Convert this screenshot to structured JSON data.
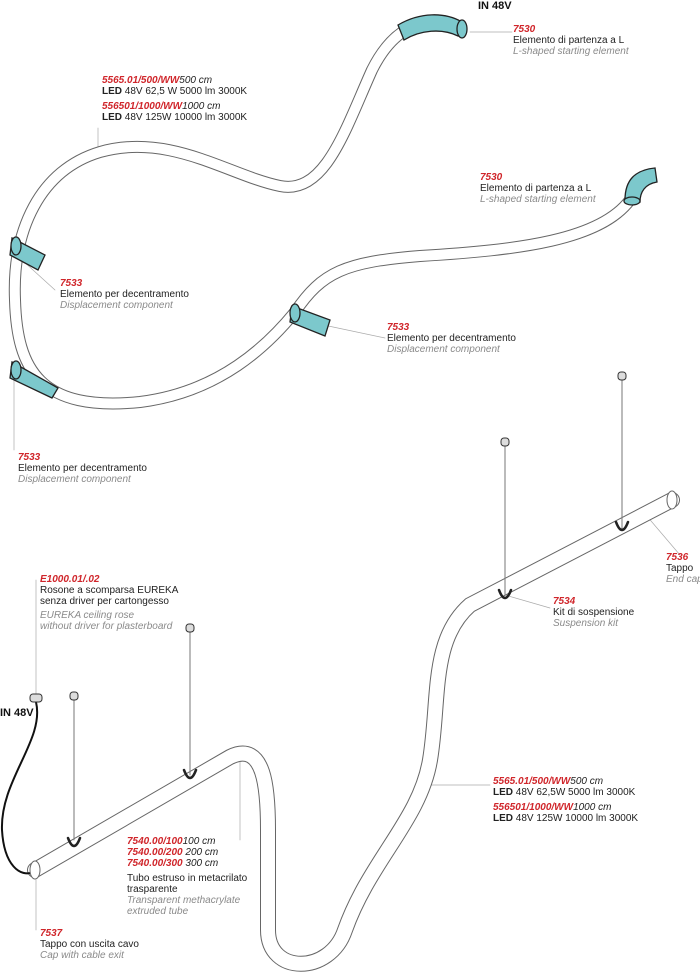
{
  "colors": {
    "accent": "#d0262b",
    "teal": "#7cc8cc",
    "tube": "#555555"
  },
  "inputs": {
    "top": "IN 48V",
    "bottom": "IN 48V"
  },
  "labels": {
    "l7530a": {
      "code": "7530",
      "it": "Elemento di partenza a L",
      "en": "L-shaped starting element"
    },
    "l7530b": {
      "code": "7530",
      "it": "Elemento di partenza a L",
      "en": "L-shaped starting element"
    },
    "l7533a": {
      "code": "7533",
      "it": "Elemento per decentramento",
      "en": "Displacement component"
    },
    "l7533b": {
      "code": "7533",
      "it": "Elemento per decentramento",
      "en": "Displacement component"
    },
    "l7533c": {
      "code": "7533",
      "it": "Elemento per decentramento",
      "en": "Displacement component"
    },
    "l7536": {
      "code": "7536",
      "it": "Tappo",
      "en": "End cap"
    },
    "l7534": {
      "code": "7534",
      "it": "Kit di sospensione",
      "en": "Suspension kit"
    },
    "lE1000": {
      "code": "E1000.01/.02",
      "it1": "Rosone a scomparsa EUREKA",
      "it2": "senza driver per cartongesso",
      "en1": "EUREKA ceiling rose",
      "en2": "without driver for plasterboard"
    },
    "l7537": {
      "code": "7537",
      "it": "Tappo con uscita cavo",
      "en": "Cap with cable exit"
    },
    "l7540": {
      "codes": [
        {
          "code": "7540.00/100",
          "len": "100 cm"
        },
        {
          "code": "7540.00/200",
          "len": "200 cm"
        },
        {
          "code": "7540.00/300",
          "len": "300 cm"
        }
      ],
      "it1": "Tubo estruso in metacrilato",
      "it2": "trasparente",
      "en1": "Transparent methacrylate",
      "en2": "extruded tube"
    }
  },
  "led_top": {
    "c1": "5565.01/500/WW",
    "len1": "500 cm",
    "spec1": "48V 62,5 W 5000 lm 3000K",
    "c2": "556501/1000/WW",
    "len2": "1000 cm",
    "spec2": "48V 125W 10000 lm 3000K",
    "led": "LED"
  },
  "led_bottom": {
    "c1": "5565.01/500/WW",
    "len1": "500 cm",
    "spec1": "48V 62,5W 5000 lm 3000K",
    "c2": "556501/1000/WW",
    "len2": "1000 cm",
    "spec2": "48V 125W 10000 lm 3000K",
    "led": "LED"
  }
}
